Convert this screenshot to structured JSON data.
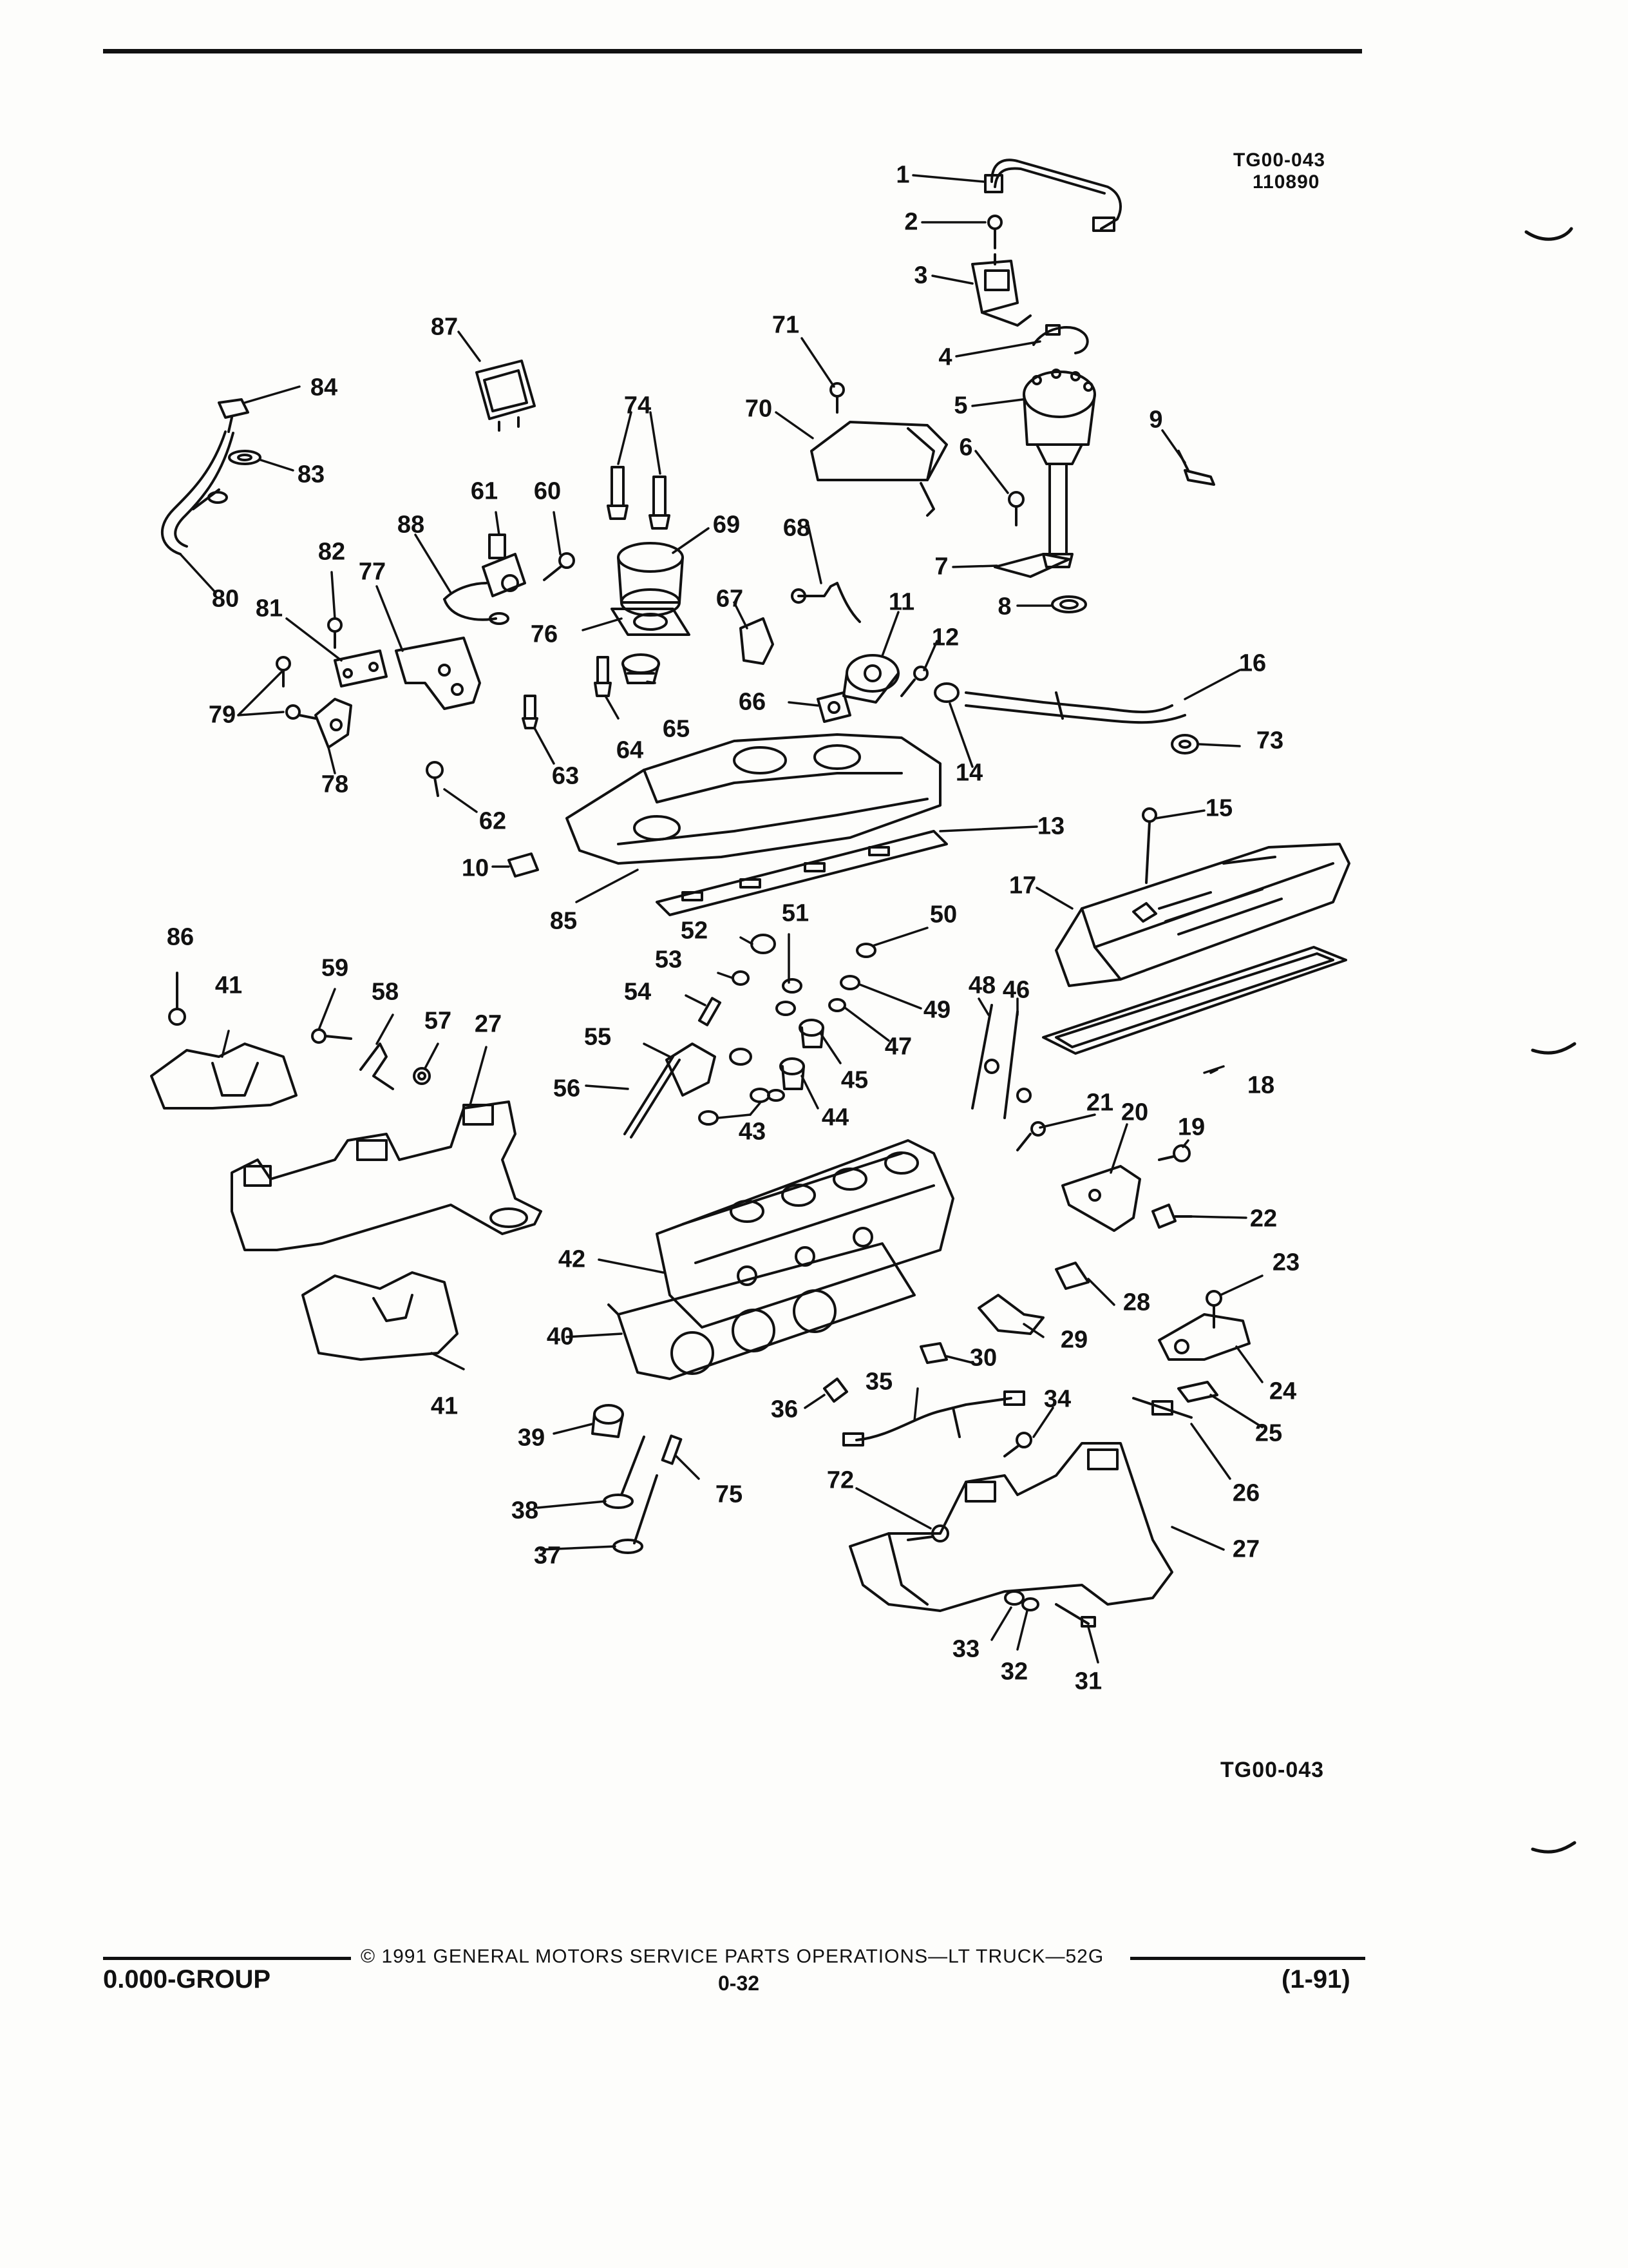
{
  "header": {
    "illustration_code": "TG00-043",
    "illustration_date": "110890"
  },
  "diagram": {
    "callouts": [
      {
        "id": "c1",
        "text": "1"
      },
      {
        "id": "c2",
        "text": "2"
      },
      {
        "id": "c3",
        "text": "3"
      },
      {
        "id": "c4",
        "text": "4"
      },
      {
        "id": "c5",
        "text": "5"
      },
      {
        "id": "c6",
        "text": "6"
      },
      {
        "id": "c7",
        "text": "7"
      },
      {
        "id": "c8",
        "text": "8"
      },
      {
        "id": "c9",
        "text": "9"
      },
      {
        "id": "c10",
        "text": "10"
      },
      {
        "id": "c11",
        "text": "11"
      },
      {
        "id": "c12",
        "text": "12"
      },
      {
        "id": "c13",
        "text": "13"
      },
      {
        "id": "c14",
        "text": "14"
      },
      {
        "id": "c15",
        "text": "15"
      },
      {
        "id": "c16",
        "text": "16"
      },
      {
        "id": "c17",
        "text": "17"
      },
      {
        "id": "c18",
        "text": "18"
      },
      {
        "id": "c19",
        "text": "19"
      },
      {
        "id": "c20",
        "text": "20"
      },
      {
        "id": "c21",
        "text": "21"
      },
      {
        "id": "c22",
        "text": "22"
      },
      {
        "id": "c23",
        "text": "23"
      },
      {
        "id": "c24",
        "text": "24"
      },
      {
        "id": "c25",
        "text": "25"
      },
      {
        "id": "c26",
        "text": "26"
      },
      {
        "id": "c27a",
        "text": "27"
      },
      {
        "id": "c27b",
        "text": "27"
      },
      {
        "id": "c28",
        "text": "28"
      },
      {
        "id": "c29",
        "text": "29"
      },
      {
        "id": "c30",
        "text": "30"
      },
      {
        "id": "c31",
        "text": "31"
      },
      {
        "id": "c32",
        "text": "32"
      },
      {
        "id": "c33",
        "text": "33"
      },
      {
        "id": "c34",
        "text": "34"
      },
      {
        "id": "c35",
        "text": "35"
      },
      {
        "id": "c36",
        "text": "36"
      },
      {
        "id": "c37",
        "text": "37"
      },
      {
        "id": "c38",
        "text": "38"
      },
      {
        "id": "c39",
        "text": "39"
      },
      {
        "id": "c40",
        "text": "40"
      },
      {
        "id": "c41a",
        "text": "41"
      },
      {
        "id": "c41b",
        "text": "41"
      },
      {
        "id": "c42",
        "text": "42"
      },
      {
        "id": "c43",
        "text": "43"
      },
      {
        "id": "c44",
        "text": "44"
      },
      {
        "id": "c45",
        "text": "45"
      },
      {
        "id": "c46",
        "text": "46"
      },
      {
        "id": "c47",
        "text": "47"
      },
      {
        "id": "c48",
        "text": "48"
      },
      {
        "id": "c49",
        "text": "49"
      },
      {
        "id": "c50",
        "text": "50"
      },
      {
        "id": "c51",
        "text": "51"
      },
      {
        "id": "c52",
        "text": "52"
      },
      {
        "id": "c53",
        "text": "53"
      },
      {
        "id": "c54",
        "text": "54"
      },
      {
        "id": "c55",
        "text": "55"
      },
      {
        "id": "c56",
        "text": "56"
      },
      {
        "id": "c57",
        "text": "57"
      },
      {
        "id": "c58",
        "text": "58"
      },
      {
        "id": "c59",
        "text": "59"
      },
      {
        "id": "c60",
        "text": "60"
      },
      {
        "id": "c61",
        "text": "61"
      },
      {
        "id": "c62",
        "text": "62"
      },
      {
        "id": "c63",
        "text": "63"
      },
      {
        "id": "c64",
        "text": "64"
      },
      {
        "id": "c65",
        "text": "65"
      },
      {
        "id": "c66",
        "text": "66"
      },
      {
        "id": "c67",
        "text": "67"
      },
      {
        "id": "c68",
        "text": "68"
      },
      {
        "id": "c69",
        "text": "69"
      },
      {
        "id": "c70",
        "text": "70"
      },
      {
        "id": "c71",
        "text": "71"
      },
      {
        "id": "c72",
        "text": "72"
      },
      {
        "id": "c73",
        "text": "73"
      },
      {
        "id": "c74",
        "text": "74"
      },
      {
        "id": "c75",
        "text": "75"
      },
      {
        "id": "c76",
        "text": "76"
      },
      {
        "id": "c77",
        "text": "77"
      },
      {
        "id": "c78",
        "text": "78"
      },
      {
        "id": "c79",
        "text": "79"
      },
      {
        "id": "c80",
        "text": "80"
      },
      {
        "id": "c81",
        "text": "81"
      },
      {
        "id": "c82",
        "text": "82"
      },
      {
        "id": "c83",
        "text": "83"
      },
      {
        "id": "c84",
        "text": "84"
      },
      {
        "id": "c85",
        "text": "85"
      },
      {
        "id": "c86",
        "text": "86"
      },
      {
        "id": "c87",
        "text": "87"
      },
      {
        "id": "c88",
        "text": "88"
      }
    ]
  },
  "footer": {
    "copyright": "© 1991 GENERAL MOTORS SERVICE PARTS OPERATIONS—LT TRUCK—52G",
    "group": "0.000-GROUP",
    "page_number": "0-32",
    "revision_date": "(1-91)",
    "illustration_code": "TG00-043"
  }
}
